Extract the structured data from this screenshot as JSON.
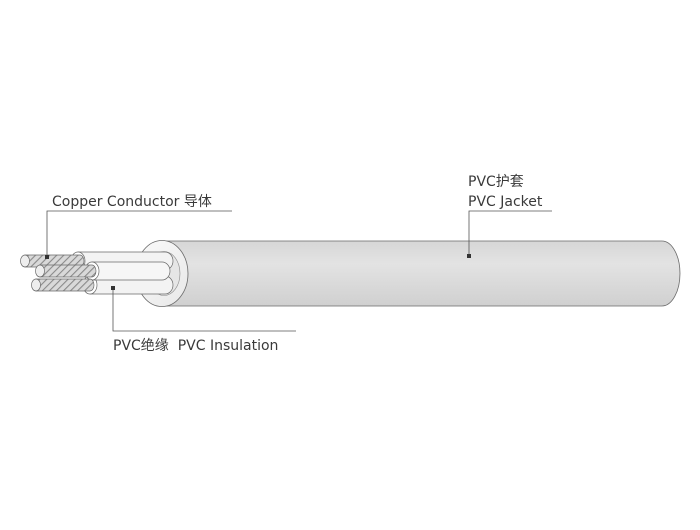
{
  "labels": {
    "jacket_cn": "PVC护套",
    "jacket_en": "PVC Jacket",
    "conductor": "Copper Conductor 导体",
    "insulation": "PVC绝缘  PVC Insulation"
  },
  "colors": {
    "jacket_fill": "#dcdcdc",
    "jacket_light": "#f4f4f4",
    "insulation_fill": "#f2f2f2",
    "conductor_stripe": "#9a9a9a",
    "line": "#555555",
    "text": "#3a3a3a"
  }
}
